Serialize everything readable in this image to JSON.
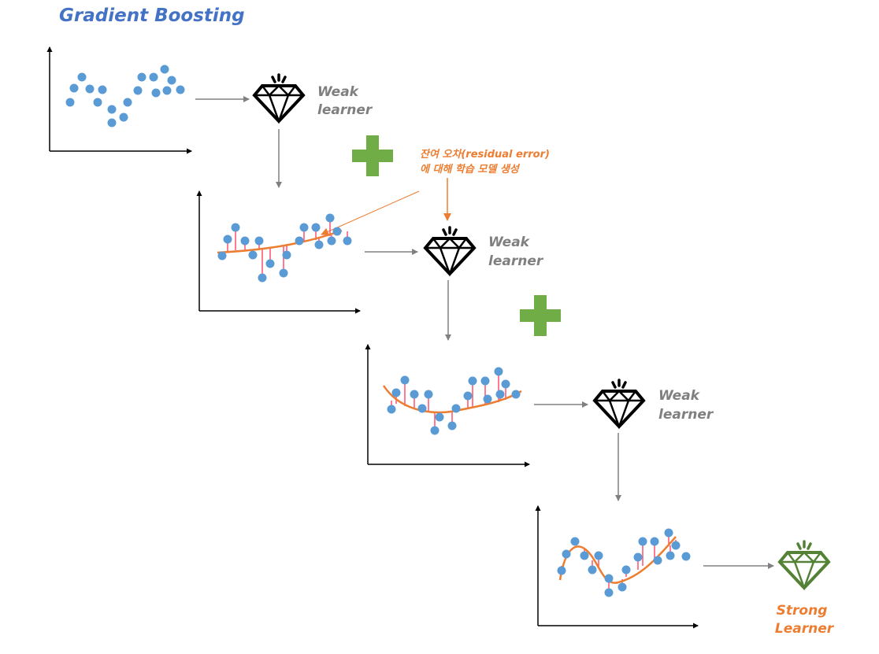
{
  "title": "Gradient Boosting",
  "weak_learner_label": [
    "Weak",
    "learner"
  ],
  "strong_learner_label": [
    "Strong",
    "Learner"
  ],
  "residual_note": [
    "잔여 오차(residual error)",
    "에 대해 학습 모델 생성"
  ],
  "colors": {
    "title": "#4472c4",
    "point": "#5b9bd5",
    "fit_line": "#ed7d31",
    "residual": "#ff4f6e",
    "plus": "#70ad47",
    "strong": "#538135",
    "note": "#ed7d31",
    "learner_text": "#7f7f7f",
    "arrow": "#808080"
  },
  "icons": {
    "weak_learner": "diamond-icon",
    "strong_learner": "diamond-icon",
    "plus": "plus-icon"
  }
}
